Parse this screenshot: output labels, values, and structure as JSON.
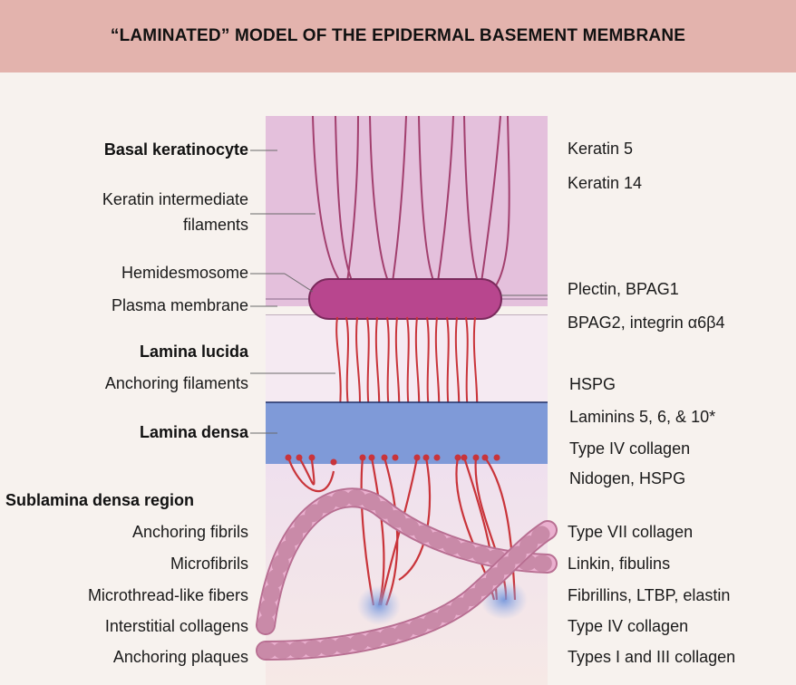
{
  "title": "“LAMINATED” MODEL OF THE EPIDERMAL BASEMENT MEMBRANE",
  "left_labels": {
    "basal_keratinocyte": "Basal keratinocyte",
    "keratin_filaments_1": "Keratin intermediate",
    "keratin_filaments_2": "filaments",
    "hemidesmosome": "Hemidesmosome",
    "plasma_membrane": "Plasma membrane",
    "lamina_lucida": "Lamina lucida",
    "anchoring_filaments": "Anchoring filaments",
    "lamina_densa": "Lamina densa",
    "sublamina_densa": "Sublamina densa region",
    "anchoring_fibrils": "Anchoring fibrils",
    "microfibrils": "Microfibrils",
    "microthread_fibers": "Microthread-like fibers",
    "interstitial_collagens": "Interstitial collagens",
    "anchoring_plaques": "Anchoring plaques"
  },
  "right_labels": {
    "keratin5": "Keratin 5",
    "keratin14": "Keratin 14",
    "plectin": "Plectin, BPAG1",
    "bpag2": "BPAG2, integrin α6β4",
    "hspg": "HSPG",
    "laminins": "Laminins 5, 6, & 10*",
    "type4_a": "Type IV collagen",
    "nidogen": "Nidogen, HSPG",
    "type7": "Type VII collagen",
    "linkin": "Linkin, fibulins",
    "fibrillins": "Fibrillins, LTBP, elastin",
    "type4_b": "Type IV collagen",
    "types1_3": "Types I and III collagen"
  },
  "colors": {
    "header_bg": "#e3b3ad",
    "keratinocyte": "#e4c0dc",
    "hemidesmosome": "#b8468e",
    "lamina_densa": "#7f9ad8",
    "fibers": "#c9343a",
    "collagen": "#e8a6c8"
  }
}
